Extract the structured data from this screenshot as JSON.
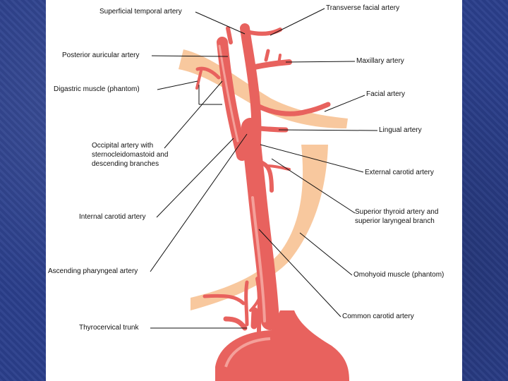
{
  "labels": {
    "superficial_temporal": "Superficial temporal artery",
    "transverse_facial": "Transverse facial artery",
    "posterior_auricular": "Posterior auricular artery",
    "maxillary": "Maxillary artery",
    "digastric": "Digastric muscle (phantom)",
    "facial": "Facial artery",
    "lingual": "Lingual artery",
    "occipital_line1": "Occipital artery with",
    "occipital_line2": "sternocleidomastoid and",
    "occipital_line3": "descending branches",
    "external_carotid": "External carotid artery",
    "internal_carotid": "Internal carotid artery",
    "superior_thyroid_line1": "Superior thyroid artery and",
    "superior_thyroid_line2": "superior laryngeal branch",
    "ascending_pharyngeal": "Ascending pharyngeal artery",
    "omohyoid": "Omohyoid muscle (phantom)",
    "common_carotid": "Common carotid artery",
    "thyrocervical": "Thyrocervical trunk"
  },
  "colors": {
    "artery": "#e8625e",
    "artery_dark": "#c9403d",
    "artery_highlight": "#f4a09a",
    "muscle_phantom": "#f6b57e",
    "leader_line": "#111111",
    "background": "#2b3f8c",
    "slide": "#ffffff"
  }
}
